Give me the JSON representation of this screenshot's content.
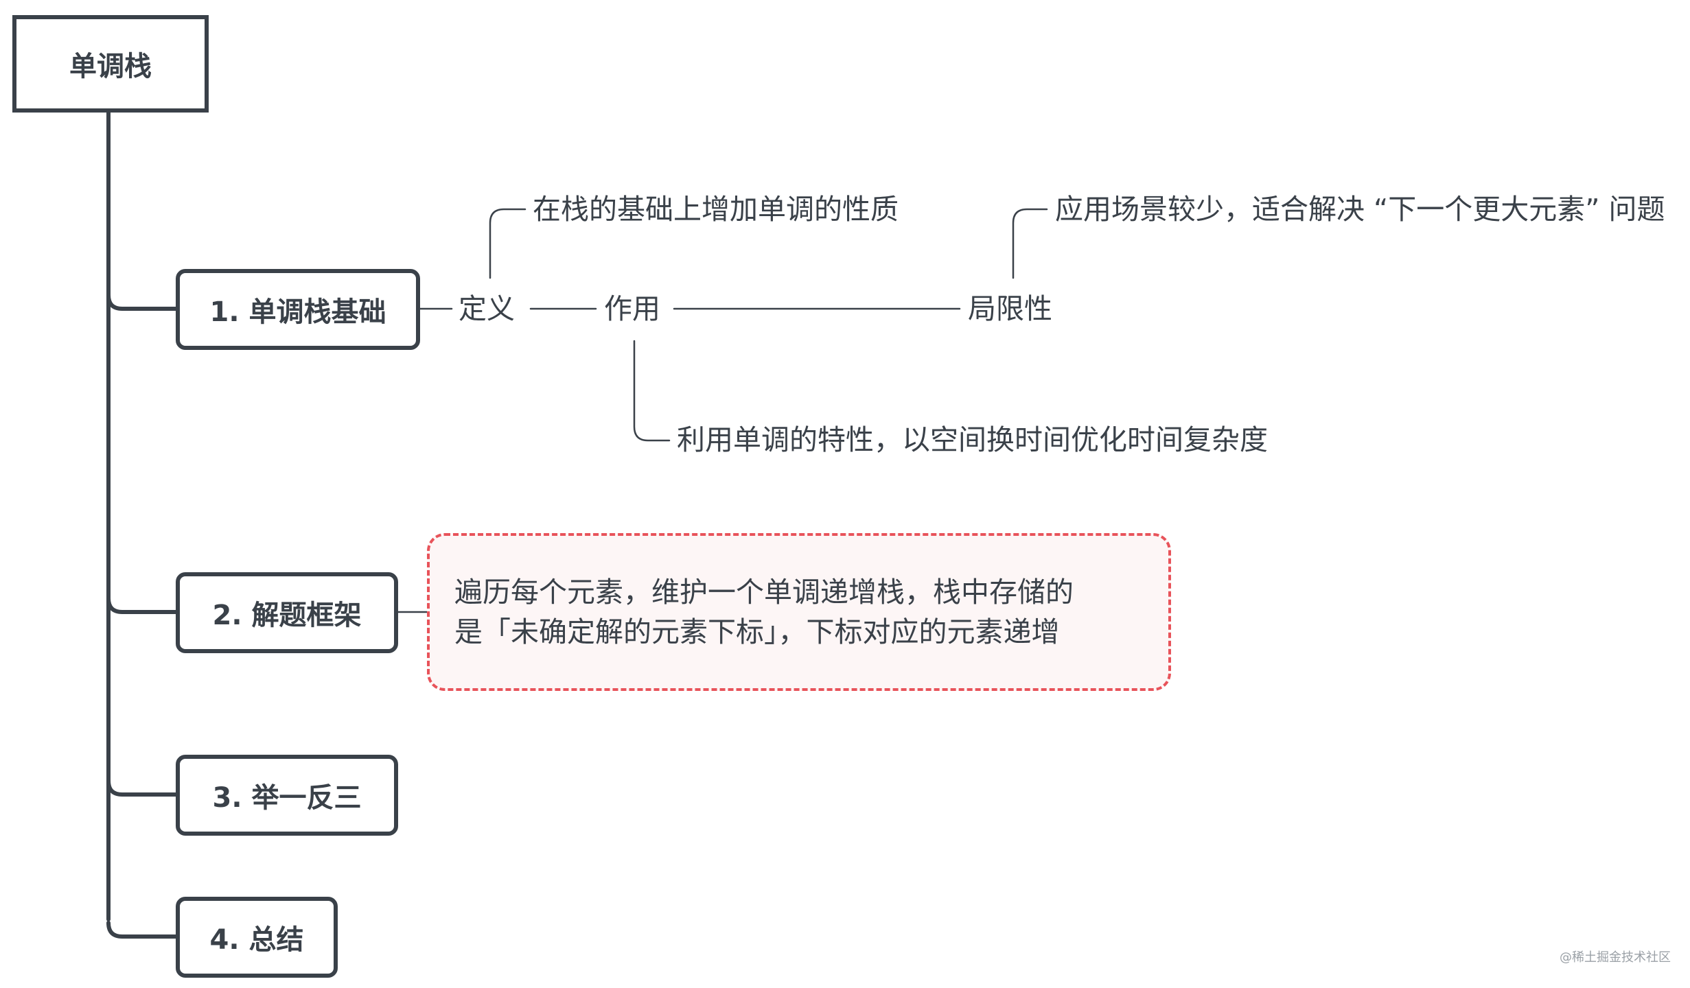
{
  "root": {
    "label": "单调栈"
  },
  "branches": [
    {
      "label": "1. 单调栈基础"
    },
    {
      "label": "2. 解题框架"
    },
    {
      "label": "3. 举一反三"
    },
    {
      "label": "4. 总结"
    }
  ],
  "basics": {
    "definition": "定义",
    "definition_detail": "在栈的基础上增加单调的性质",
    "role": "作用",
    "role_detail": "利用单调的特性，以空间换时间优化时间复杂度",
    "limitation": "局限性",
    "limitation_detail": "应用场景较少，适合解决 “下一个更大元素” 问题"
  },
  "framework_note": {
    "line1": "遍历每个元素，维护一个单调递增栈，栈中存储的",
    "line2": "是「未确定解的元素下标」，下标对应的元素递增"
  },
  "watermark": "@稀土掘金技术社区",
  "colors": {
    "node_border": "#3a4149",
    "dashed_border": "#e8535a",
    "note_fill": "#fdf6f6"
  }
}
